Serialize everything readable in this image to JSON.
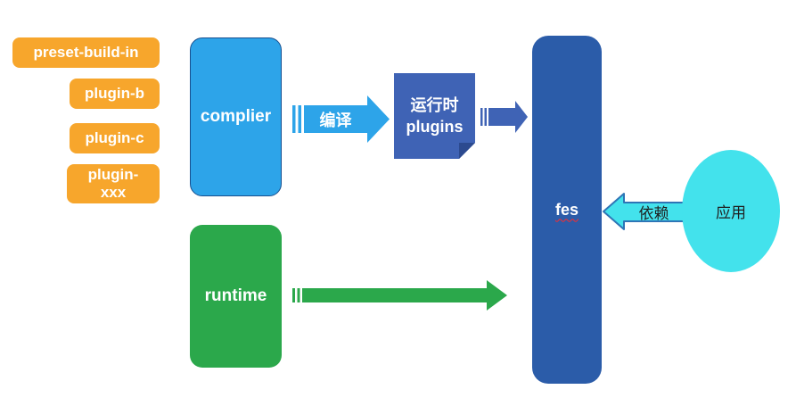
{
  "diagram": {
    "plugin_boxes": [
      {
        "label": "preset-build-in"
      },
      {
        "label": "plugin-b"
      },
      {
        "label": "plugin-c"
      },
      {
        "label": "plugin-xxx"
      }
    ],
    "complier_box": {
      "label": "complier"
    },
    "runtime_box": {
      "label": "runtime"
    },
    "runtime_plugins_note": {
      "line1": "运行时",
      "line2": "plugins"
    },
    "fes_box": {
      "label": "fes"
    },
    "app_ellipse": {
      "label": "应用"
    },
    "compile_arrow": {
      "label": "编译"
    },
    "depend_arrow": {
      "label": "依赖"
    },
    "colors": {
      "plugin_orange": "#F7A62C",
      "complier_blue": "#2DA4E9",
      "complier_border": "#174F8F",
      "note_blue": "#3F63B5",
      "fes_blue": "#2B5CA9",
      "runtime_green": "#2BA84B",
      "app_cyan": "#43E2EC",
      "depend_arrow_border": "#2E75B6",
      "spellcheck_red": "#ff2a2a"
    }
  }
}
